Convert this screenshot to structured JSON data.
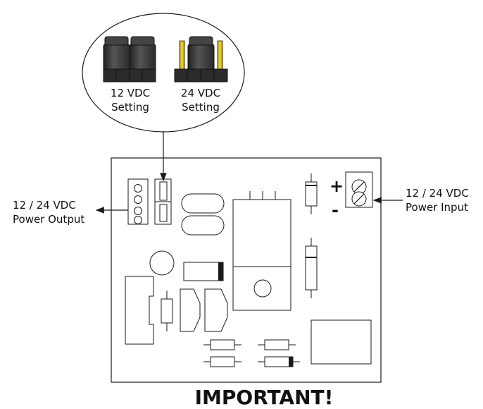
{
  "jumper_bubble": {
    "setting_12": {
      "line1": "12 VDC",
      "line2": "Setting"
    },
    "setting_24": {
      "line1": "24 VDC",
      "line2": "Setting"
    }
  },
  "output_label": {
    "line1": "12 / 24 VDC",
    "line2": "Power Output"
  },
  "input_label": {
    "line1": "12 / 24 VDC",
    "line2": "Power Input"
  },
  "terminal_signs": {
    "plus": "+",
    "minus": "-"
  },
  "footer_heading": "IMPORTANT!",
  "colors": {
    "outline": "#1a1a1a",
    "jumper_cap": "#3a3a3a",
    "gold_pin": "#e8c81a"
  }
}
